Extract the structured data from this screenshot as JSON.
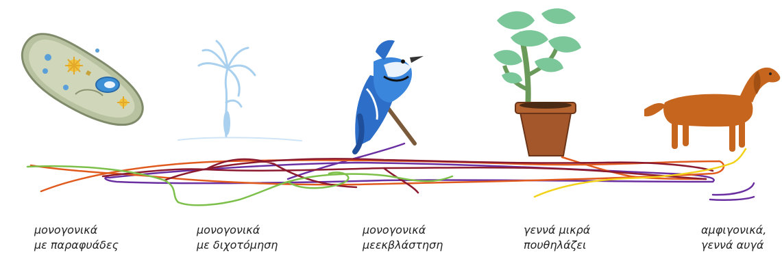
{
  "items": [
    {
      "line1": "μονογονικά",
      "line2": "με παραφυάδες"
    },
    {
      "line1": "μονογονικά",
      "line2": "με διχοτόμηση"
    },
    {
      "line1": "μονογονικά",
      "line2": "μεεκβλάστηση"
    },
    {
      "line1": "γεννά μικρά",
      "line2": "πουθηλάζει"
    },
    {
      "line1": "αμφιγονικά,",
      "line2": "γεννά αυγά"
    }
  ],
  "pictures": [
    "paramecium",
    "hydra",
    "blue-jay",
    "potted-plant",
    "dog"
  ],
  "line_colors": [
    "#6a2fa0",
    "#e05a1e",
    "#8b1a2e",
    "#7cc04a",
    "#f2d21a"
  ]
}
